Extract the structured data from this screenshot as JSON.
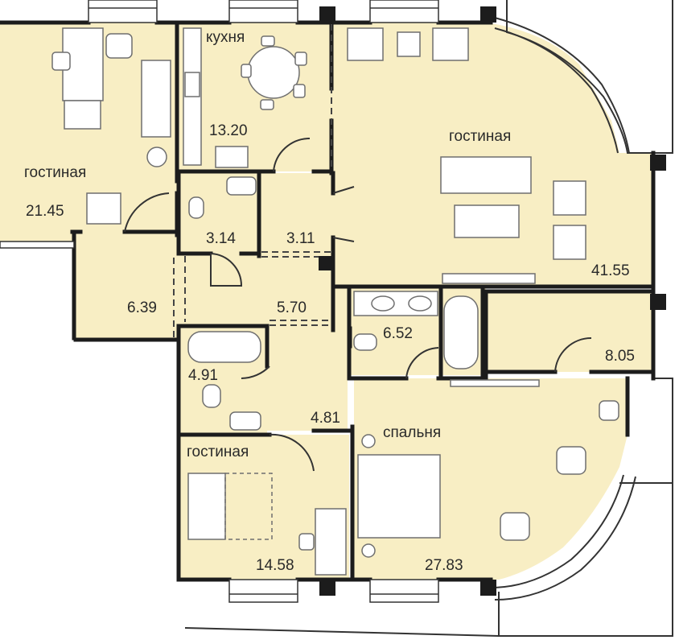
{
  "plan": {
    "colors": {
      "room_fill": "#f8eec4",
      "wall": "#1c1c1c",
      "furniture_fill": "#ffffff",
      "furniture_stroke": "#6f6f6f",
      "balcony": "#ffffff"
    },
    "rooms": {
      "living_left": {
        "name": "гостиная",
        "area": "21.45"
      },
      "kitchen": {
        "name": "кухня",
        "area": "13.20"
      },
      "living_main": {
        "name": "гостиная",
        "area": "41.55"
      },
      "wc_small": {
        "area": "3.14"
      },
      "closet_small": {
        "area": "3.11"
      },
      "hall_left": {
        "area": "6.39"
      },
      "corridor": {
        "area": "5.70"
      },
      "bath_center": {
        "area": "6.52"
      },
      "dressing": {
        "area": "8.05"
      },
      "bath_lower": {
        "area": "4.91"
      },
      "hall_lower": {
        "area": "4.81"
      },
      "bedroom": {
        "name": "спальня",
        "area": "27.83"
      },
      "living_lower": {
        "name": "гостиная",
        "area": "14.58"
      }
    }
  }
}
